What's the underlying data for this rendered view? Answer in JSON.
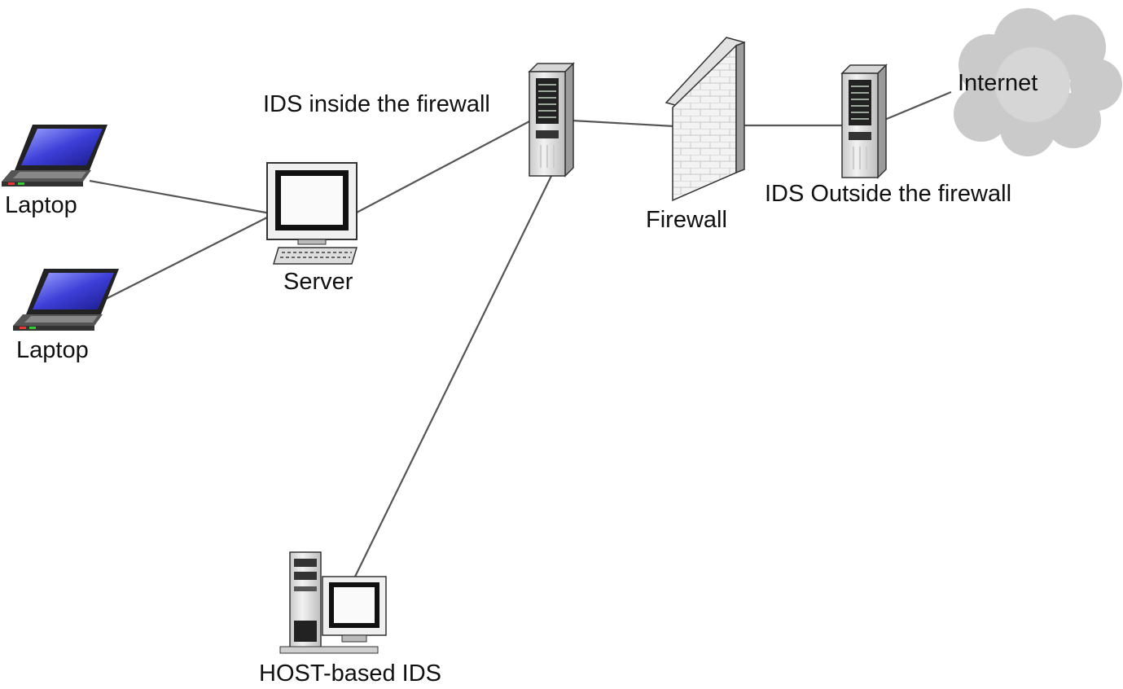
{
  "labels": {
    "laptop_1": "Laptop",
    "laptop_2": "Laptop",
    "server": "Server",
    "ids_inside": "IDS inside the firewall",
    "firewall": "Firewall",
    "ids_outside": "IDS Outside the firewall",
    "internet": "Internet",
    "host_ids": "HOST-based IDS"
  },
  "icons": {
    "laptop": "laptop-icon",
    "server": "crt-monitor-icon",
    "ids": "tower-server-icon",
    "firewall": "brick-wall-icon",
    "internet": "cloud-icon",
    "host": "desktop-computer-icon"
  },
  "colors": {
    "line": "#555555",
    "screen": "#3d3fd8",
    "cloud": "#c8c8c8",
    "tower": "#e9e9e9",
    "wall": "#f4f4f4"
  }
}
